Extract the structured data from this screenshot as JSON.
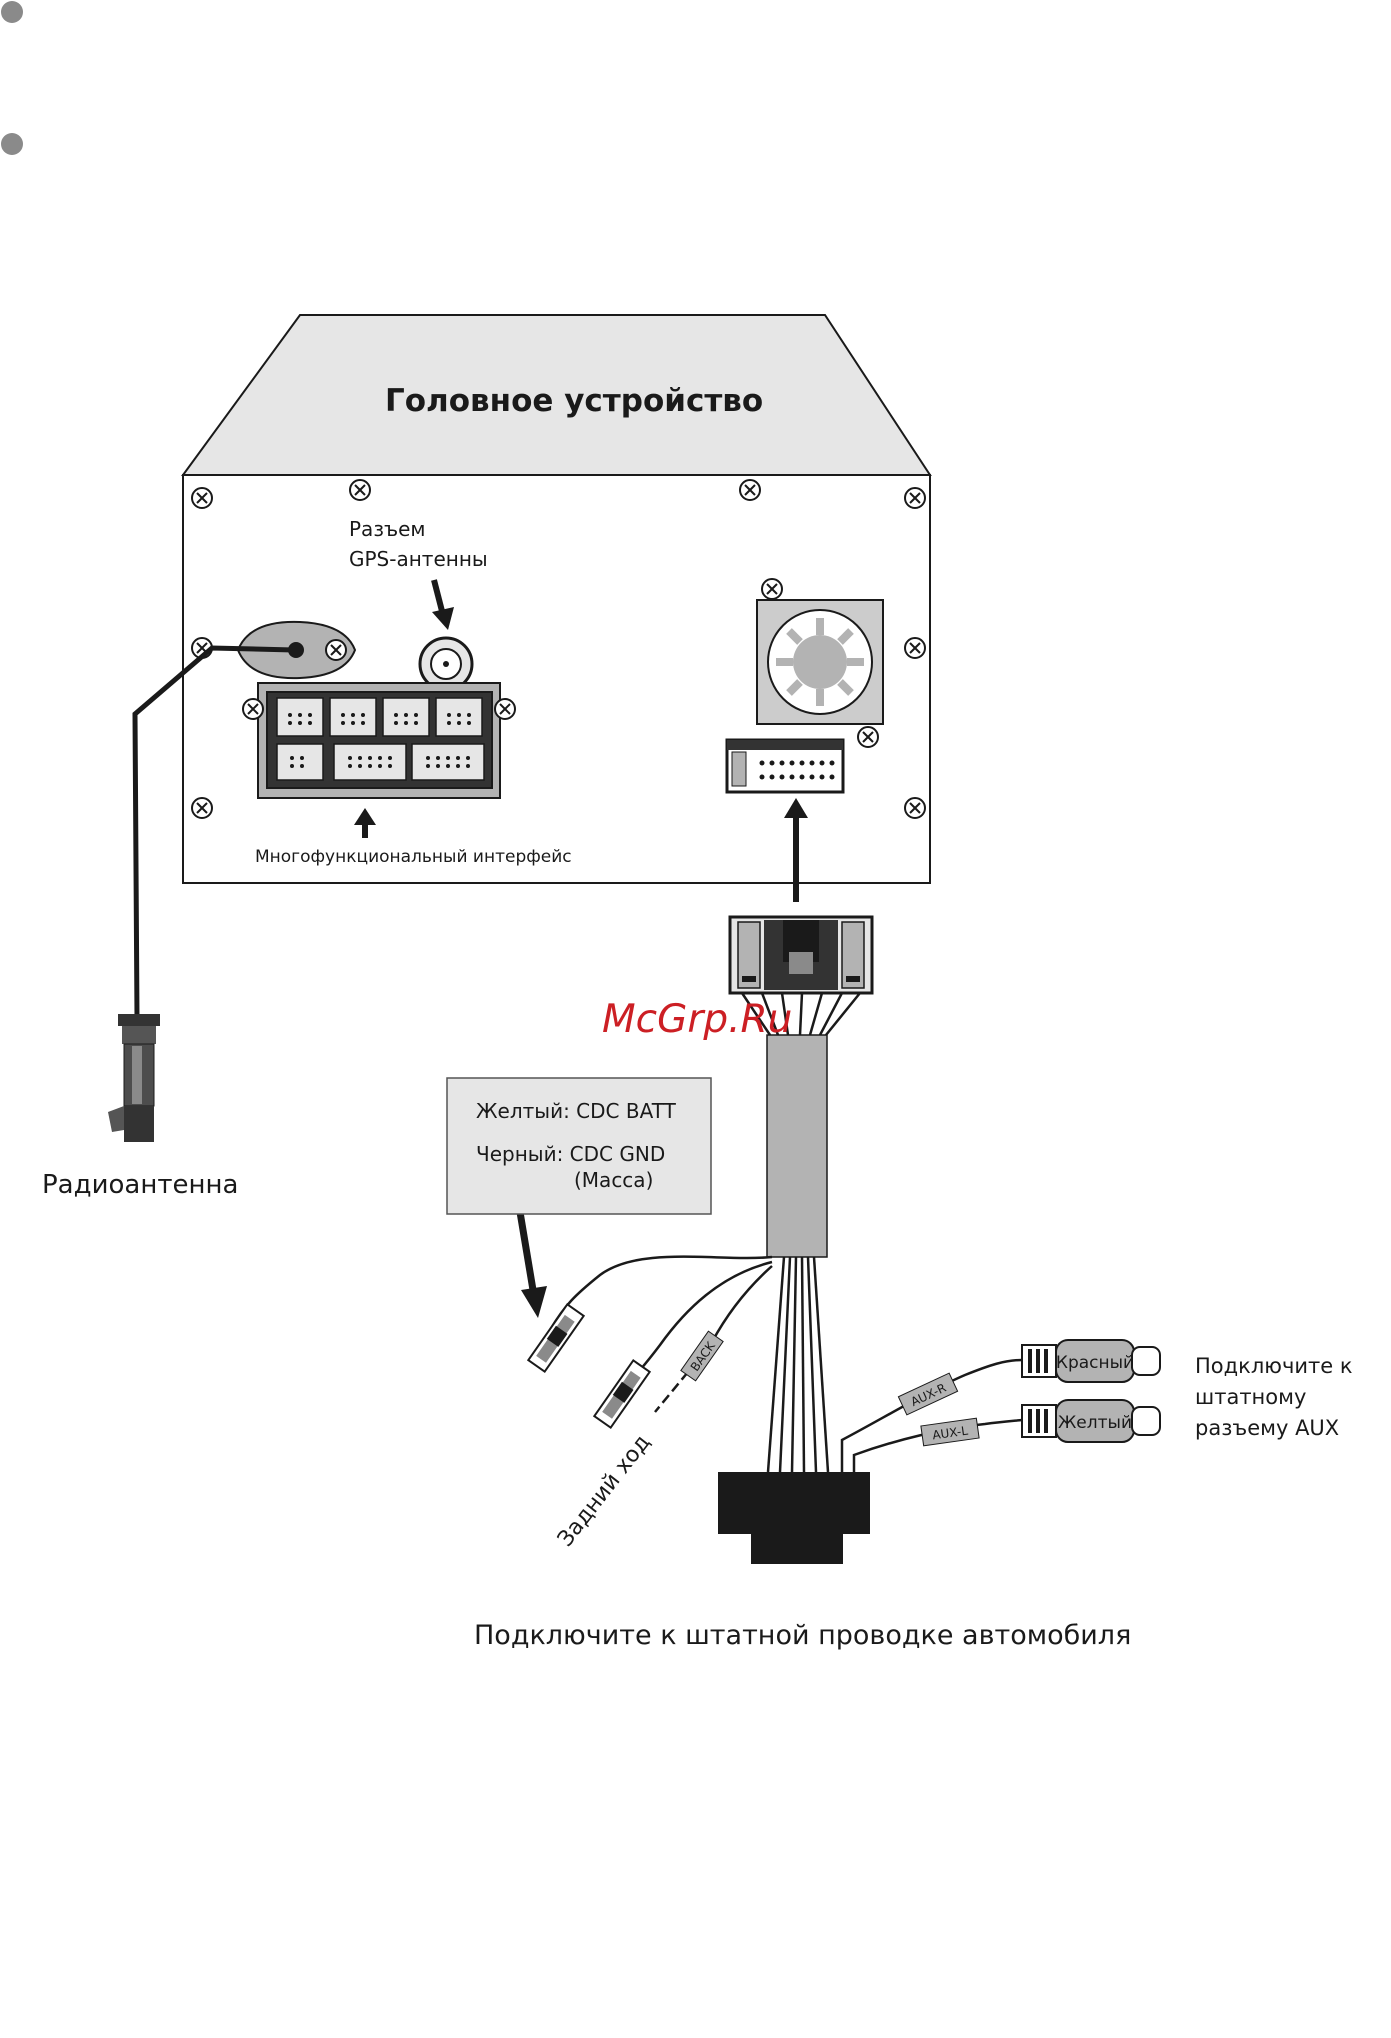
{
  "diagram": {
    "head_unit_title": "Головное устройство",
    "gps_label_line1": "Разъем",
    "gps_label_line2": "GPS-антенны",
    "multifunction_label": "Многофункциональный интерфейс",
    "radio_antenna_label": "Радиоантенна",
    "cdc_box": {
      "line1": "Желтый: CDC BATT",
      "line2": "Черный: CDC GND",
      "line3": "(Масса)"
    },
    "back_tag": "BACK",
    "reverse_label": "Задний ход",
    "aux_r_tag": "AUX-R",
    "aux_l_tag": "AUX-L",
    "rca_red_label": "Красный",
    "rca_yellow_label": "Желтый",
    "aux_note_line1": "Подключите к",
    "aux_note_line2": "штатному",
    "aux_note_line3": "разъему AUX",
    "bottom_caption": "Подключите к штатной проводке автомобиля",
    "watermark": "McGrp.Ru"
  },
  "colors": {
    "panel_fill": "#e6e6e6",
    "line": "#1a1a1a",
    "watermark": "#cc1f24",
    "sleeve_fill": "#b3b3b3",
    "dot_gray": "#8a8a8a"
  }
}
